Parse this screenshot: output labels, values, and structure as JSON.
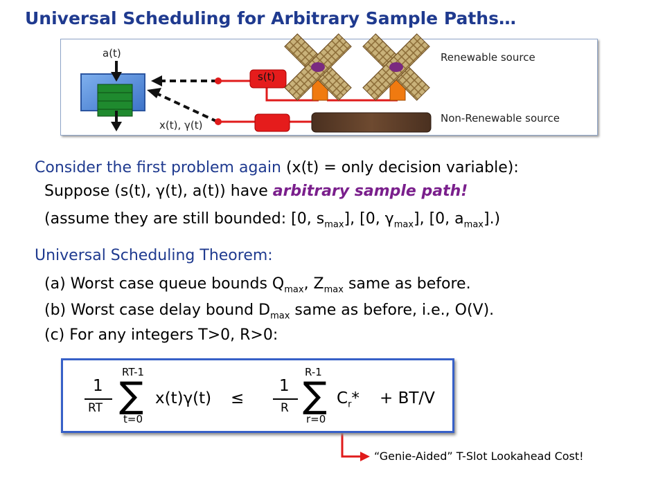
{
  "title": "Universal Scheduling for Arbitrary Sample Paths…",
  "diagram": {
    "arrival_label": "a(t)",
    "source_link_label": "s(t)",
    "control_label": "x(t), γ(t)",
    "renewable_label": "Renewable source",
    "nonrenewable_label": "Non-Renewable source"
  },
  "intro": {
    "heading": "Consider the first problem again",
    "heading_note": "(x(t) = only decision variable):",
    "line1_prefix": "Suppose (s(t), γ(t), a(t)) have ",
    "line1_emph": "arbitrary sample path!",
    "line2_a": "(assume they are still bounded: [0, s",
    "line2_sub1": "max",
    "line2_b": "], [0, γ",
    "line2_sub2": "max",
    "line2_c": "], [0, a",
    "line2_sub3": "max",
    "line2_d": "].)"
  },
  "theorem": {
    "heading": "Universal Scheduling Theorem:",
    "a_prefix": "(a) Worst case queue bounds Q",
    "a_sub1": "max",
    "a_mid": ", Z",
    "a_sub2": "max",
    "a_suffix": " same as before.",
    "b_prefix": "(b) Worst case delay bound D",
    "b_sub": "max",
    "b_suffix": " same as before, i.e.,  O(V).",
    "c_text": "(c)  For any integers T>0, R>0:"
  },
  "formula": {
    "left_num": "1",
    "left_den": "RT",
    "left_upper": "RT-1",
    "left_lower": "t=0",
    "left_term": "x(t)γ(t)",
    "relation": "≤",
    "right_num": "1",
    "right_den": "R",
    "right_upper": "R-1",
    "right_lower": "r=0",
    "right_term": "C",
    "right_sub": "r",
    "right_star": "*",
    "plus_term": "+ BT/V",
    "sigma": "∑"
  },
  "annotation": "“Genie-Aided” T-Slot Lookahead Cost!"
}
